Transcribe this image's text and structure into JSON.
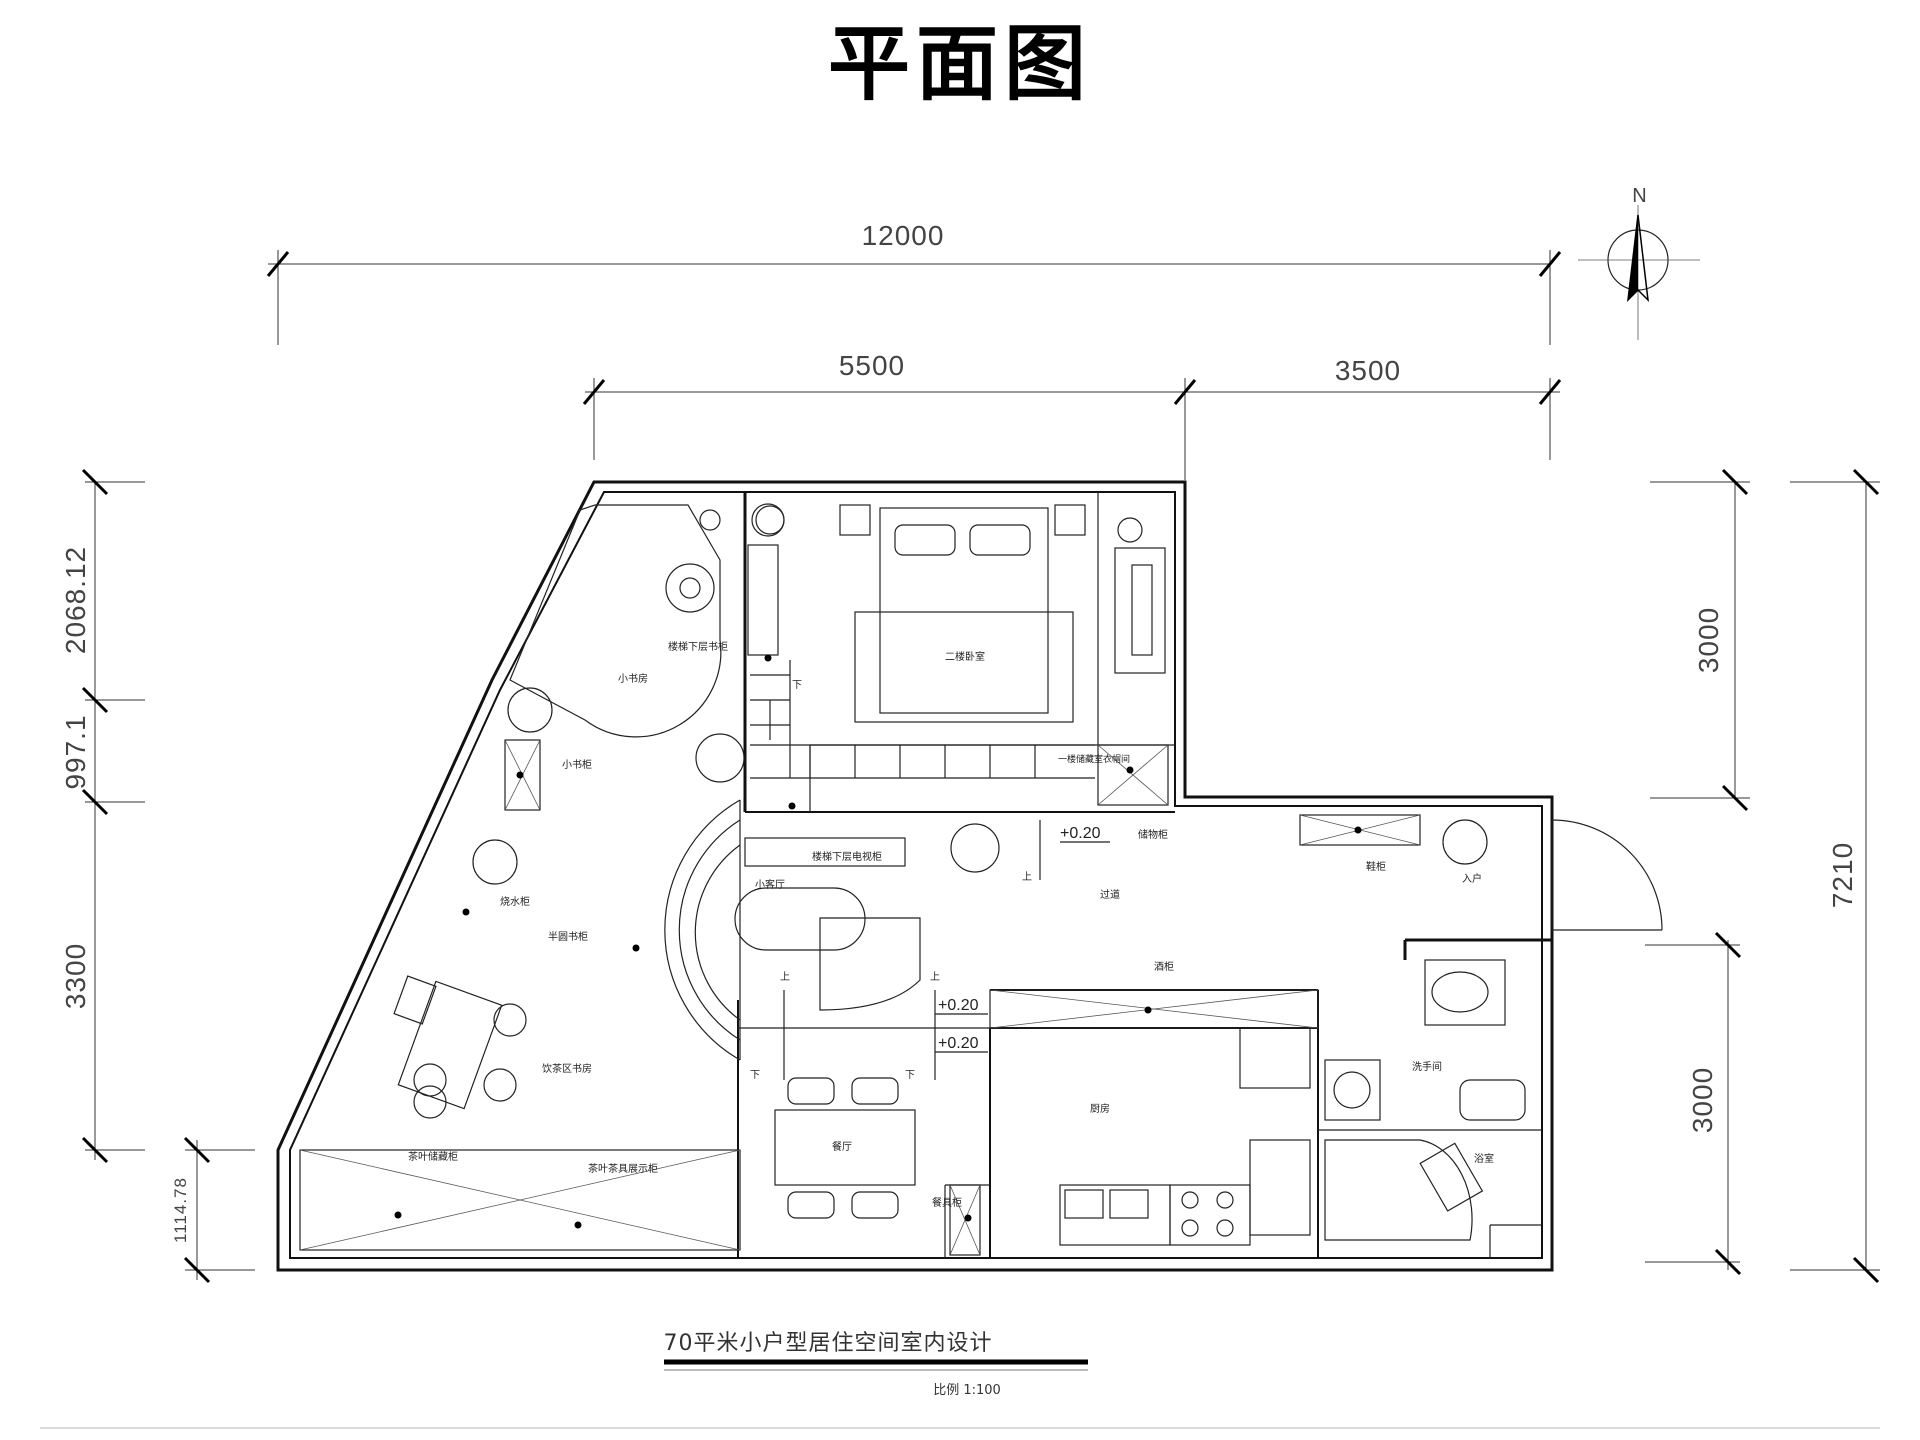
{
  "title": "平面图",
  "subtitle": "70平米小户型居住空间室内设计",
  "scale": "比例 1:100",
  "north": "N",
  "dimensions": {
    "top_total": "12000",
    "top_left": "5500",
    "top_right": "3500",
    "left_1": "2068.12",
    "left_2": "997.1",
    "left_3": "3300",
    "left_4": "1114.78",
    "right_1": "3000",
    "right_total": "7210",
    "right_2": "3000"
  },
  "levels": {
    "entry": "+0.20",
    "mid_1": "+0.20",
    "mid_2": "+0.20"
  },
  "stair_marks": {
    "up_1": "上",
    "up_2": "上",
    "up_3": "上",
    "down_1": "下",
    "down_2": "下",
    "down_3": "下"
  },
  "rooms": {
    "small_study": "小书房",
    "stair_lower_bookcase": "楼梯下层书柜",
    "second_floor_bedroom": "二楼卧室",
    "small_bookcase": "小书柜",
    "storage": "一楼储藏室衣帽间",
    "stair_tv_cabinet": "楼梯下层电视柜",
    "shoe_storage": "储物柜",
    "shoe_cabinet": "鞋柜",
    "entrance": "入户",
    "small_living": "小客厅",
    "corridor": "过道",
    "water_cabinet": "烧水柜",
    "semicircle_bookcase": "半圆书柜",
    "wine_cabinet": "酒柜",
    "tea_study": "饮茶区书房",
    "wash_room": "洗手间",
    "kitchen": "厨房",
    "dining": "餐厅",
    "bathroom": "浴室",
    "tea_storage": "茶叶储藏柜",
    "tea_display": "茶叶茶具展示柜",
    "tableware": "餐具柜"
  }
}
